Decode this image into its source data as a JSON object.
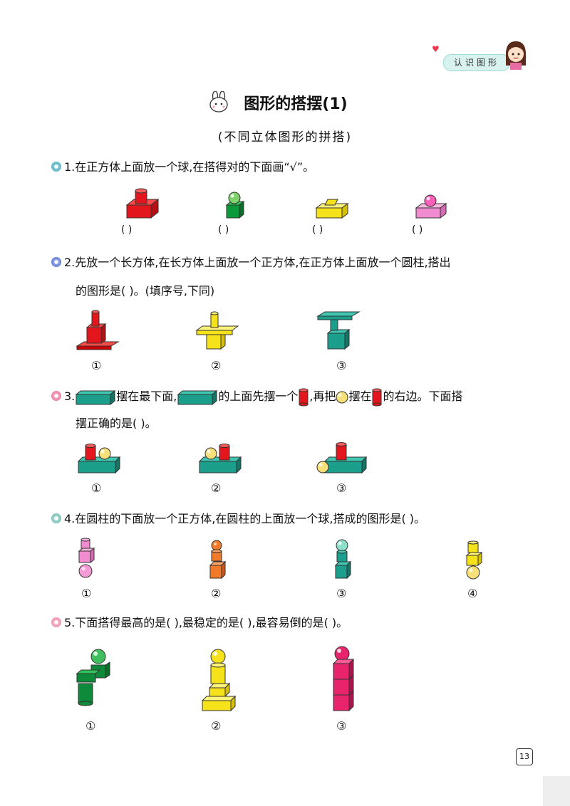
{
  "header": {
    "tag": "认识图形"
  },
  "title": "图形的搭摆(1)",
  "subtitle": "(不同立体图形的拼搭)",
  "q1": {
    "text": "1.在正方体上面放一个球,在搭得对的下面画“√”。",
    "answers": [
      "(      )",
      "(      )",
      "(      )",
      "(      )"
    ]
  },
  "q2": {
    "line1": "2.先放一个长方体,在长方体上面放一个正方体,在正方体上面放一个圆柱,搭出",
    "line2": "的图形是(      )。(填序号,下同)",
    "options": [
      "①",
      "②",
      "③"
    ]
  },
  "q3": {
    "p1": "3.",
    "p2": "摆在最下面,",
    "p3": "的上面先摆一个",
    "p4": ",再把",
    "p5": "摆在",
    "p6": "的右边。下面搭",
    "line2": "摆正确的是(      )。",
    "options": [
      "①",
      "②",
      "③"
    ]
  },
  "q4": {
    "text": "4.在圆柱的下面放一个正方体,在圆柱的上面放一个球,搭成的图形是(      )。",
    "options": [
      "①",
      "②",
      "③",
      "④"
    ]
  },
  "q5": {
    "text": "5.下面搭得最高的是(      ),最稳定的是(      ),最容易倒的是(      )。",
    "options": [
      "①",
      "②",
      "③"
    ]
  },
  "page_number": "13",
  "colors": {
    "red": "#e4161d",
    "green": "#0a9a3a",
    "yellow": "#f5e21b",
    "pink": "#f08ccf",
    "teal": "#1b9f8c",
    "orange": "#f0792a",
    "magenta": "#e8246c",
    "darkgreen": "#0d8a3a"
  }
}
